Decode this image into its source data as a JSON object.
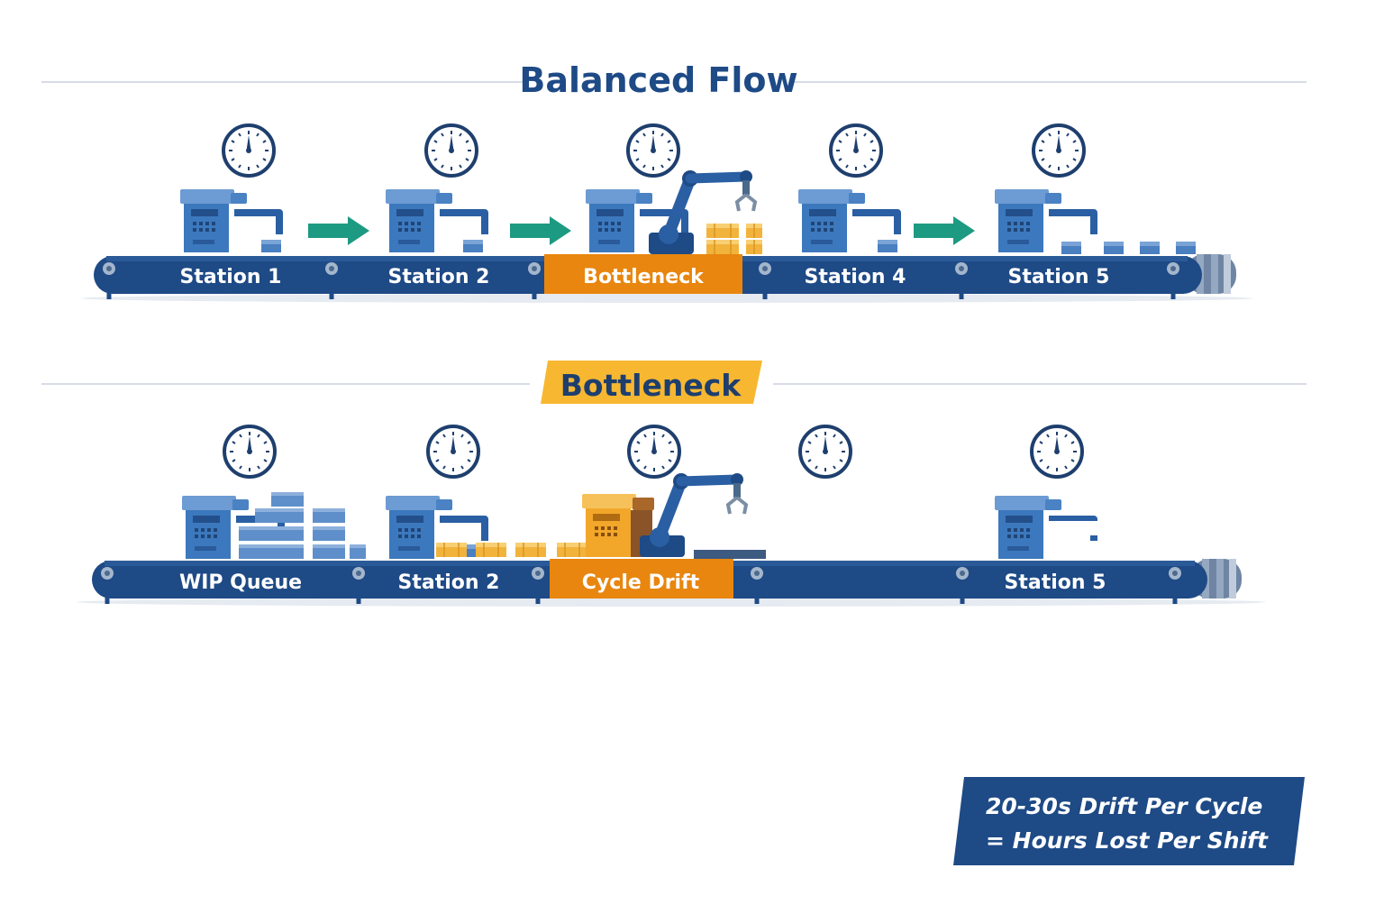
{
  "colors": {
    "navy": "#1e4a86",
    "belt_dark": "#1c4677",
    "machine": "#3c78bd",
    "machine_light": "#6d9bd3",
    "arrow": "#1d9a82",
    "orange": "#e8860f",
    "amber": "#f2b33c",
    "rule": "#d7dce8"
  },
  "sections": [
    {
      "id": "balanced",
      "heading": "Balanced Flow",
      "heading_style": "plain",
      "stations": [
        {
          "label": "Station 1",
          "state": "normal",
          "machine": "blue"
        },
        {
          "label": "Station 2",
          "state": "normal",
          "machine": "blue"
        },
        {
          "label": "Bottleneck",
          "state": "highlight",
          "machine": "blue",
          "robot_arm": true
        },
        {
          "label": "Station 4",
          "state": "normal",
          "machine": "blue"
        },
        {
          "label": "Station 5",
          "state": "normal",
          "machine": "blue"
        }
      ],
      "flow_icons": [
        "arrow-right-icon",
        "arrow-right-icon",
        "arrow-right-icon"
      ]
    },
    {
      "id": "bottleneck",
      "heading": "Bottleneck",
      "heading_style": "badge",
      "stations": [
        {
          "label": "WIP Queue",
          "state": "normal",
          "machine": "blue",
          "queued_boxes": true
        },
        {
          "label": "Station 2",
          "state": "normal",
          "machine": "blue"
        },
        {
          "label": "Cycle Drift",
          "state": "highlight",
          "machine": "orange",
          "robot_arm": true
        },
        {
          "label": "",
          "state": "normal",
          "machine": "none"
        },
        {
          "label": "Station 5",
          "state": "normal",
          "machine": "blue"
        }
      ]
    }
  ],
  "callout": {
    "line1": "20-30s Drift Per Cycle",
    "line2": "= Hours Lost Per Shift"
  }
}
